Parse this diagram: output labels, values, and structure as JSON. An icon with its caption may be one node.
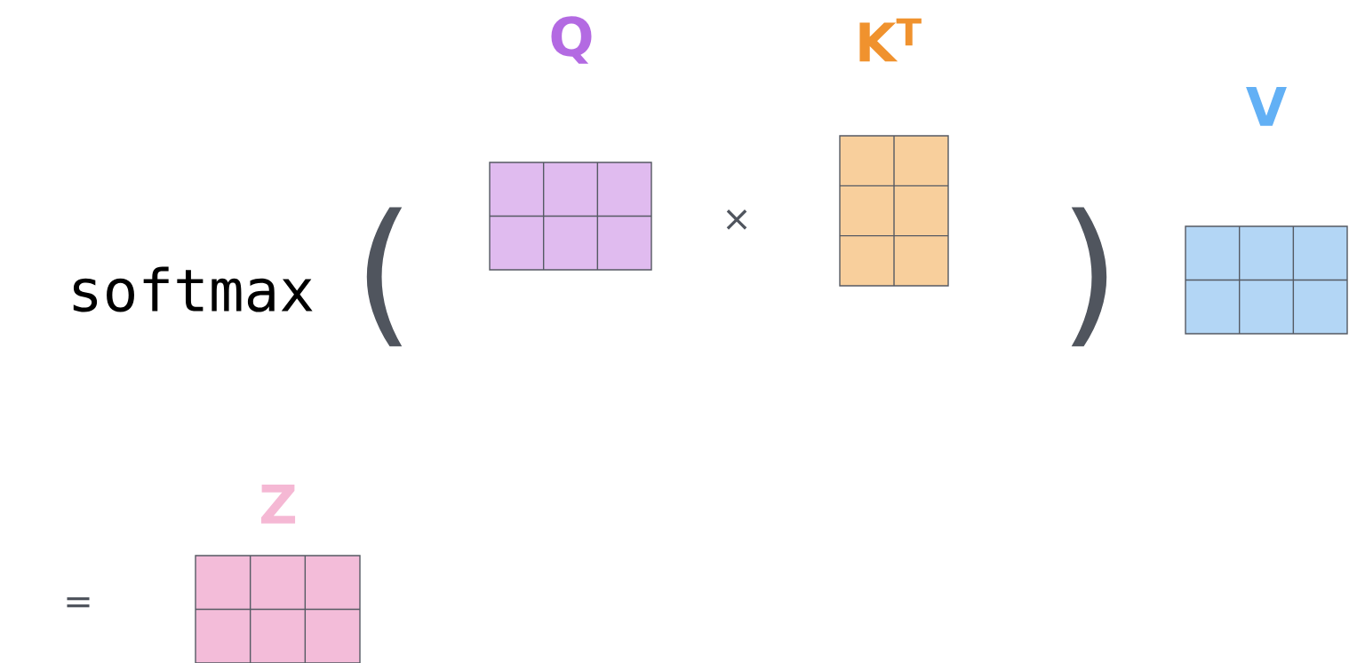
{
  "diagram": {
    "nodes": [
      {
        "text": [
          "Q"
        ]
      },
      {
        "text": [
          "K$^{T}$"
        ]
      },
      {
        "text": [
          "V"
        ]
      },
      {
        "text": [
          "Z"
        ]
      }
    ],
    "labels": [
      "softmax",
      "(",
      "×",
      ")",
      "="
    ]
  }
}
